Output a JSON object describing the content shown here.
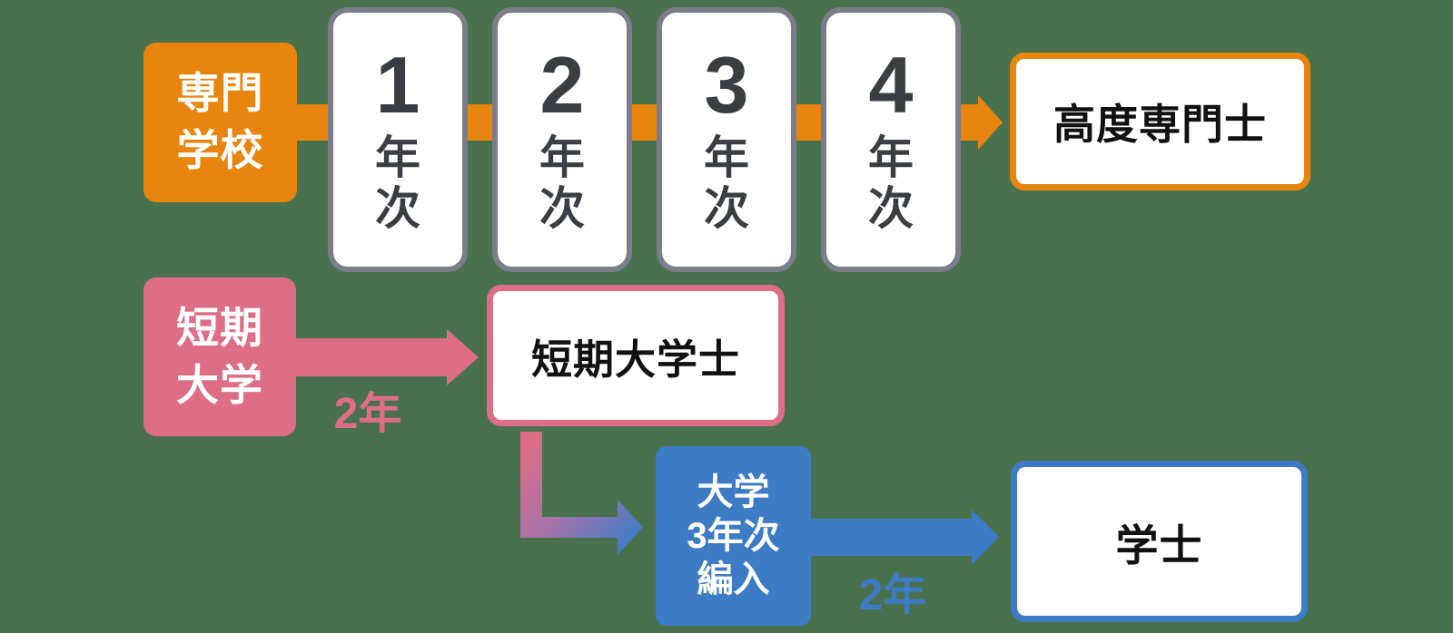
{
  "colors": {
    "background": "#49714e",
    "orange": "#e8850e",
    "pink": "#dd6e86",
    "blue": "#3d7cc5",
    "purple_mid": "#a672a8",
    "card_border_gray": "#7b7e8a",
    "card_text": "#3a3d43",
    "box_text": "#111111"
  },
  "senmon_gakkou": {
    "line1": "専門",
    "line2": "学校"
  },
  "years": [
    {
      "number": "1",
      "unit1": "年",
      "unit2": "次"
    },
    {
      "number": "2",
      "unit1": "年",
      "unit2": "次"
    },
    {
      "number": "3",
      "unit1": "年",
      "unit2": "次"
    },
    {
      "number": "4",
      "unit1": "年",
      "unit2": "次"
    }
  ],
  "koudo_senmonshi": {
    "label": "高度専門士"
  },
  "tanki_daigaku": {
    "line1": "短期",
    "line2": "大学"
  },
  "tanki_duration_label": "2年",
  "tanki_daigakushi": {
    "label": "短期大学士"
  },
  "hennyu": {
    "line1": "大学",
    "line2": "3年次",
    "line3": "編入"
  },
  "gakushi_duration_label": "2年",
  "gakushi": {
    "label": "学士"
  }
}
